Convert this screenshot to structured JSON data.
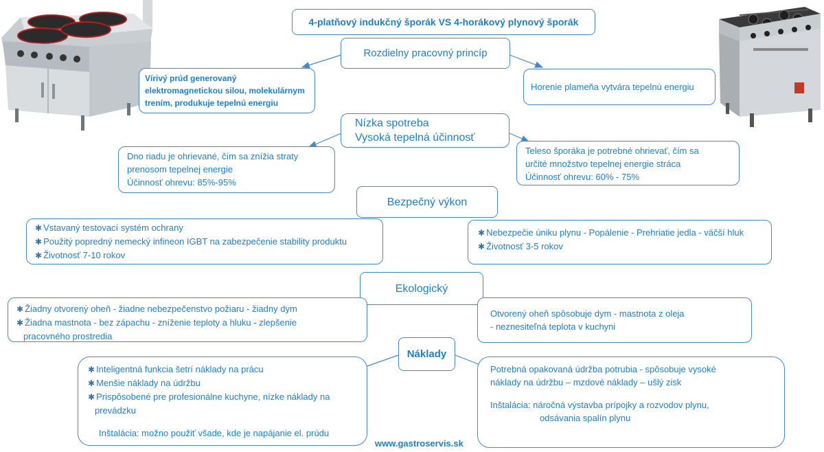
{
  "title": "4-platňový indukčný šporák VS 4-horákový plynový šporák",
  "footer_url": "www.gastroservis.sk",
  "sections": [
    {
      "heading": "Rozdielny pracovný princíp",
      "left": [
        "Vírivý prúd generovaný elektromagnetickou silou, molekulárnym trením, produkuje tepelnú energiu"
      ],
      "right": [
        "Horenie plameňa vytvára tepelnú energiu"
      ]
    },
    {
      "heading_lines": [
        "Nízka spotreba",
        "Vysoká tepelná účinnosť"
      ],
      "left": [
        "Dno riadu je ohrievané, čím sa znížia straty",
        "prenosom tepelnej energie",
        "Účinnosť ohrevu: 85%-95%"
      ],
      "right": [
        "Teleso šporáka je potrebné ohrievať, čím sa",
        "určité množstvo tepelnej energie stráca",
        "Účinnosť ohrevu: 60% - 75%"
      ]
    },
    {
      "heading": "Bezpečný výkon",
      "left": [
        "Vstavaný testovací systém ochrany",
        "Použitý popredný nemecký infineon IGBT na zabezpečenie stability produktu",
        "Životnosť 7-10 rokov"
      ],
      "right": [
        "Nebezpečie úniku plynu - Popálenie - Prehriatie jedla - väčší hluk",
        "Životnosť 3-5 rokov"
      ]
    },
    {
      "heading": "Ekologický",
      "left": [
        "Žiadny otvorený oheň - žiadne nebezpečenstvo požiaru - žiadny dym",
        "Žiadna mastnota - bez zápachu - zníženie teploty a hluku - zlepšenie",
        "pracovného prostredia"
      ],
      "right": [
        "Otvorený oheň spôsobuje dym - mastnota z oleja",
        "- neznesiteľná teplota v kuchyni"
      ]
    },
    {
      "heading": "Náklady",
      "left": [
        "Inteligentná funkcia šetrí náklady na prácu",
        "Menšie náklady na údržbu",
        "Prispôsobené pre profesionálne kuchyne, nízke náklady na",
        "prevádzku",
        "Inštalácia: možno použiť všade, kde je napájanie el. prúdu"
      ],
      "right": [
        "Potrebná opakovaná údržba potrubia - spôsobuje vysoké",
        "náklady na údržbu – mzdové náklady – ušlý zisk",
        "Inštalácia: náročná výstavba prípojky a rozvodov plynu,",
        "odsávania spalín plynu"
      ]
    }
  ],
  "colors": {
    "text": "#1f7fc4",
    "border": "#4a86c8",
    "bullet": "#3a6fb0"
  }
}
